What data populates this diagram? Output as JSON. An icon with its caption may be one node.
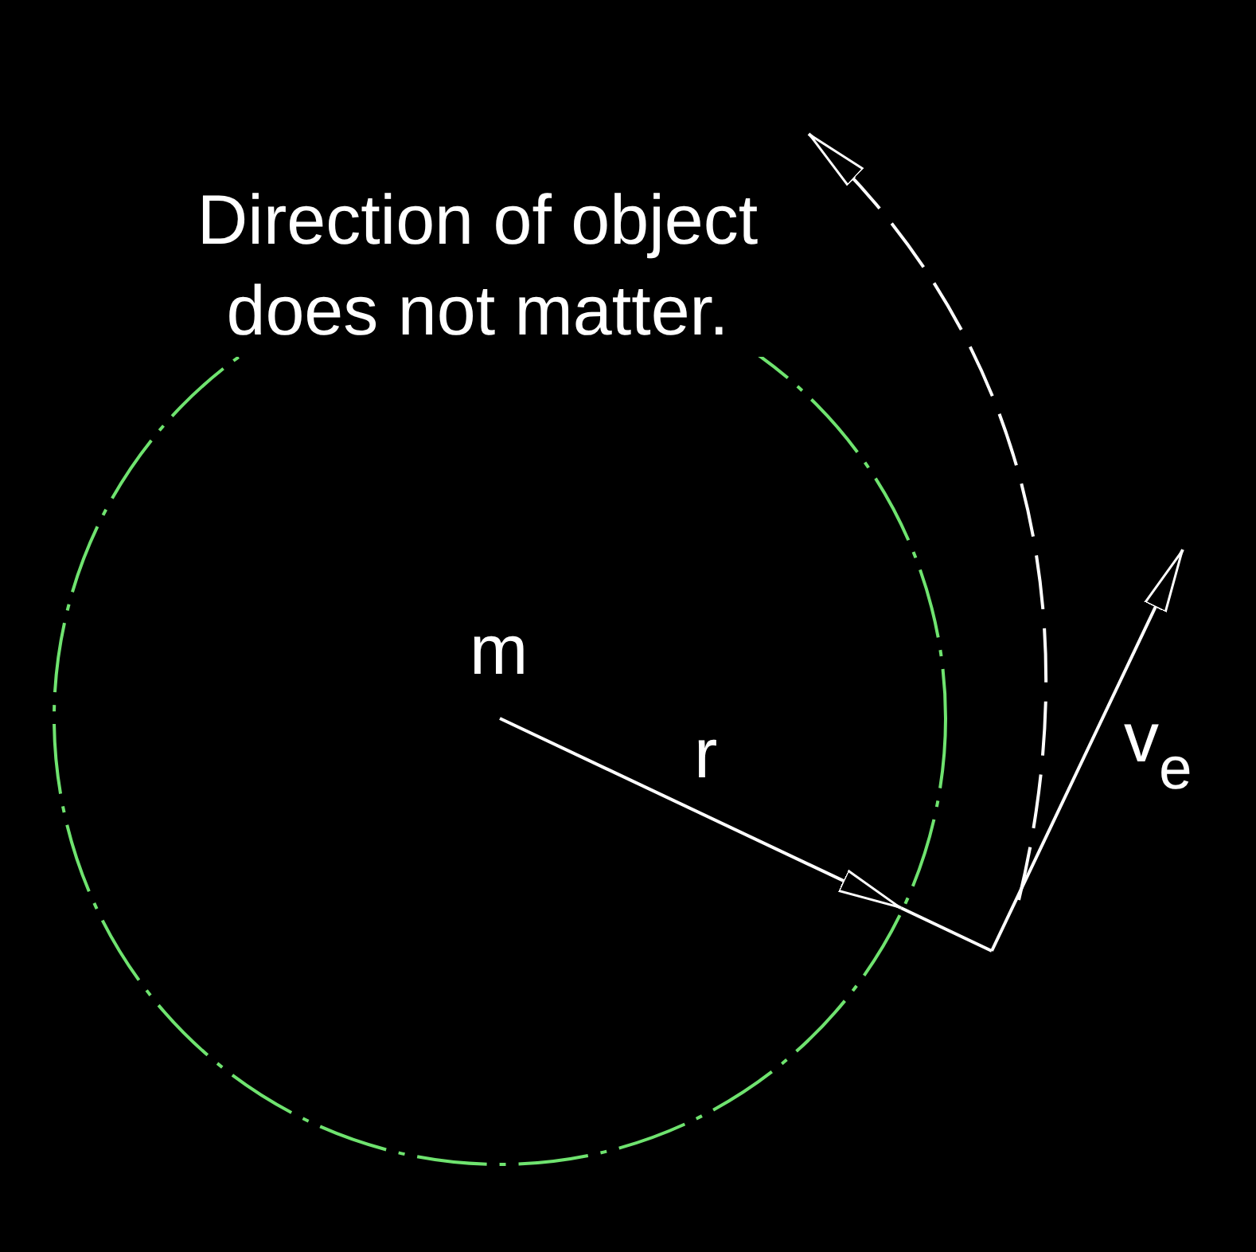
{
  "diagram": {
    "labels": [
      "Direction of object does not matter.",
      "m",
      "r",
      "v$_{e}$"
    ]
  }
}
